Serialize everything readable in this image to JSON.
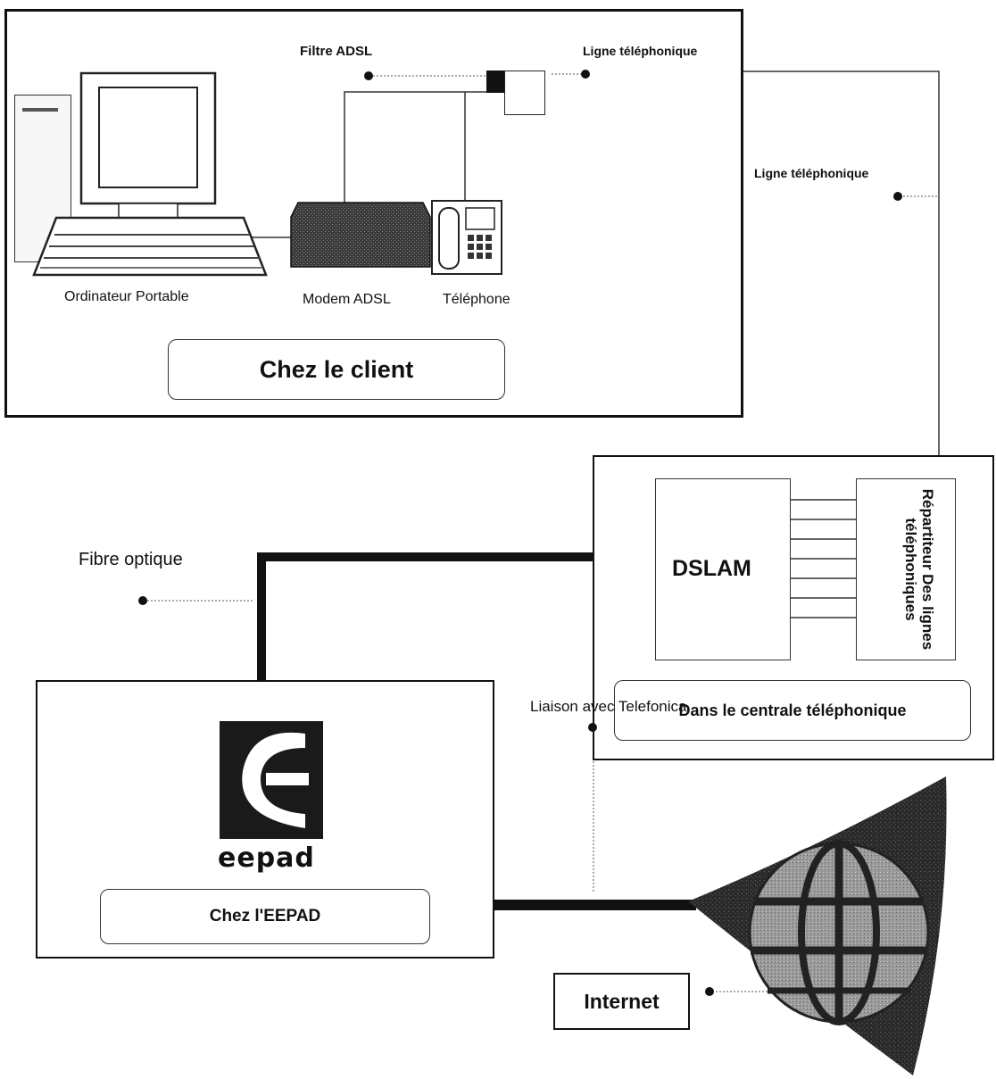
{
  "client": {
    "title": "Chez le client",
    "laptop_label": "Ordinateur Portable",
    "modem_label": "Modem ADSL",
    "phone_label": "Téléphone",
    "filter_label": "Filtre ADSL",
    "line_label": "Ligne téléphonique"
  },
  "line_label_right": "Ligne téléphonique",
  "central": {
    "title": "Dans le centrale téléphonique",
    "dslam_label": "DSLAM",
    "repartiteur_label": "Répartiteur Des lignes téléphoniques"
  },
  "fibre_label": "Fibre optique",
  "eepad": {
    "title": "Chez l'EEPAD",
    "logo_text": "eepad"
  },
  "telefonica_label": "Liaison avec Telefonica",
  "internet_label": "Internet"
}
